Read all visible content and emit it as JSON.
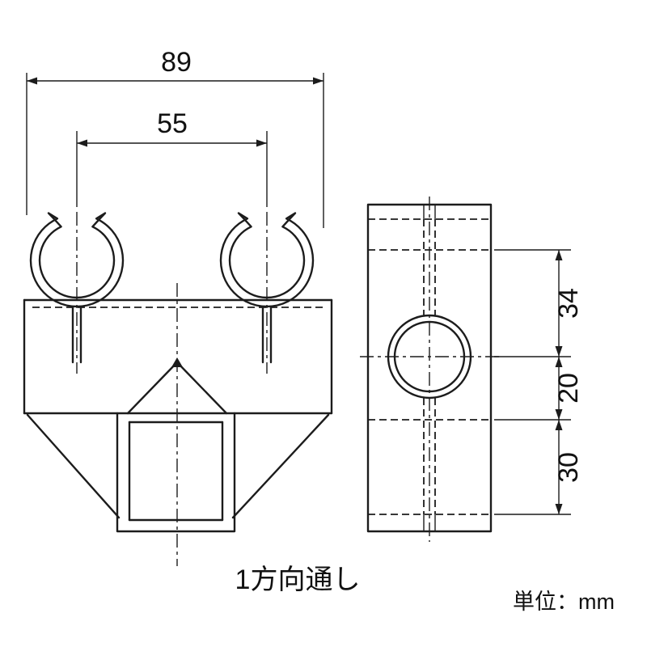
{
  "meta": {
    "background": "#ffffff",
    "ink": "#1c1c1c",
    "drawing_type": "pipe-joint-two-saddle-clip-technical-drawing"
  },
  "front_view": {
    "dim_overall_width": "89",
    "dim_clip_centers": "55"
  },
  "side_view": {
    "dim_top_to_bore_center": "34",
    "dim_bore_center_to_shoulder": "20",
    "dim_shoulder_to_end": "30"
  },
  "caption": "1方向通し",
  "unit": "単位：mm"
}
